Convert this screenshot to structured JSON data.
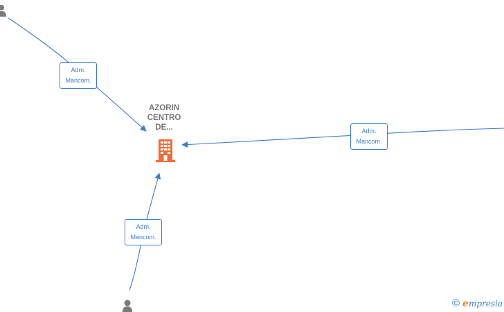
{
  "company": {
    "name_lines": [
      "AZORIN",
      "CENTRO",
      "DE..."
    ],
    "icon": "building-icon",
    "color": "#f26b38"
  },
  "relations": [
    {
      "label_lines": [
        "Adm.",
        "Mancom."
      ]
    },
    {
      "label_lines": [
        "Adm.",
        "Mancom."
      ]
    },
    {
      "label_lines": [
        "Adm.",
        "Mancom."
      ]
    }
  ],
  "persons": [
    {
      "icon": "person-icon"
    },
    {
      "icon": "person-icon"
    }
  ],
  "footer": {
    "copyright": "©",
    "brand_initial": "e",
    "brand_rest": "mpresia"
  },
  "colors": {
    "edge": "#3b7ccd",
    "person": "#7a7a7a",
    "company": "#f26b38",
    "brand_accent": "#f5871f"
  }
}
